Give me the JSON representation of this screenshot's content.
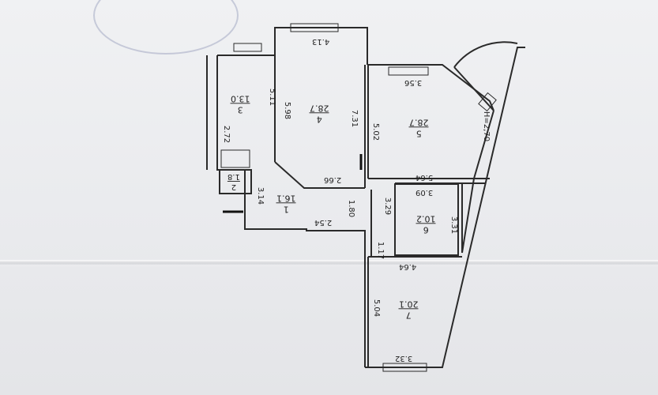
{
  "plan": {
    "height_label": "H=2,70",
    "rooms": [
      {
        "id": "1",
        "num": "1",
        "area": "16.1"
      },
      {
        "id": "2",
        "num": "2",
        "area": "1.8"
      },
      {
        "id": "3",
        "num": "3",
        "area": "13.0"
      },
      {
        "id": "4",
        "num": "4",
        "area": "28.7"
      },
      {
        "id": "5",
        "num": "5",
        "area": "28.7"
      },
      {
        "id": "6",
        "num": "6",
        "area": "10.2"
      },
      {
        "id": "7",
        "num": "7",
        "area": "20.1"
      }
    ],
    "dimensions": {
      "d413": "4.13",
      "d511": "5.11",
      "d598": "5.98",
      "d731": "7.31",
      "d272": "2.72",
      "d266": "2.66",
      "d356": "3.56",
      "d502": "5.02",
      "d564": "5.64",
      "d314": "3.14",
      "d180": "1.80",
      "d254": "2.54",
      "d329": "3.29",
      "d309": "3.09",
      "d331": "3.31",
      "d117": "1.17",
      "d464": "4.64",
      "d504": "5.04",
      "d332": "3.32"
    }
  },
  "colors": {
    "ink": "#2a2a2a",
    "paper": "#eceef0",
    "stamp": "#7d86b0"
  }
}
